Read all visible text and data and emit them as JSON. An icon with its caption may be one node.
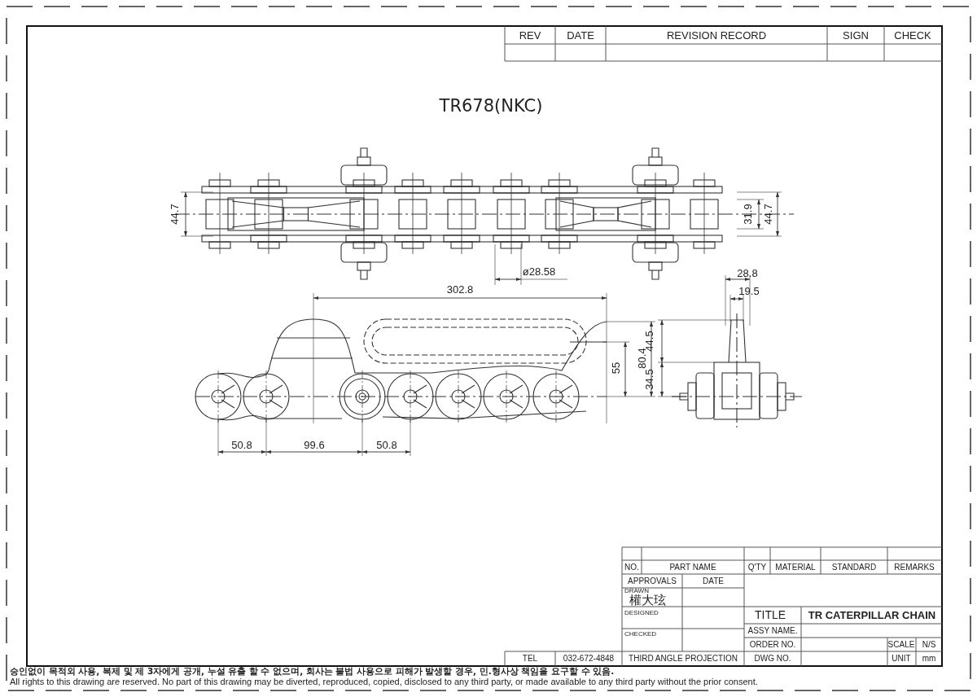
{
  "diagram": {
    "title": "TR678(NKC)",
    "labels": [
      "REV",
      "DATE",
      "REVISION RECORD",
      "SIGN",
      "CHECK",
      "44.7",
      "31.9",
      "44.7",
      "ø28.58",
      "302.8",
      "28.8",
      "19.5",
      "44.5",
      "55",
      "80.4",
      "34.5",
      "50.8",
      "99.6",
      "50.8",
      "NO.",
      "PART NAME",
      "Q'TY",
      "MATERIAL",
      "STANDARD",
      "REMARKS",
      "APPROVALS",
      "DATE",
      "DRAWN",
      "權大玹",
      "TITLE",
      "TR CATERPILLAR CHAIN",
      "DESIGNED",
      "ASSY NAME.",
      "CHECKED",
      "ORDER NO.",
      "SCALE",
      "N/S",
      "TEL",
      "032-672-4848",
      "THIRD ANGLE PROJECTION",
      "DWG NO.",
      "UNIT",
      "mm",
      "승인없이 목적외 사용, 복제 및 제 3자에게 공개, 누설 유출 할 수 없으며, 회사는 불법 사용으로 피해가 발생할 경우, 민.형사상 책임을 요구할 수 있음.",
      "All rights to this drawing are reserved. No part of this drawing may be diverted, reproduced, copied, disclosed to any third party, or made available to any third party without the prior consent."
    ]
  }
}
